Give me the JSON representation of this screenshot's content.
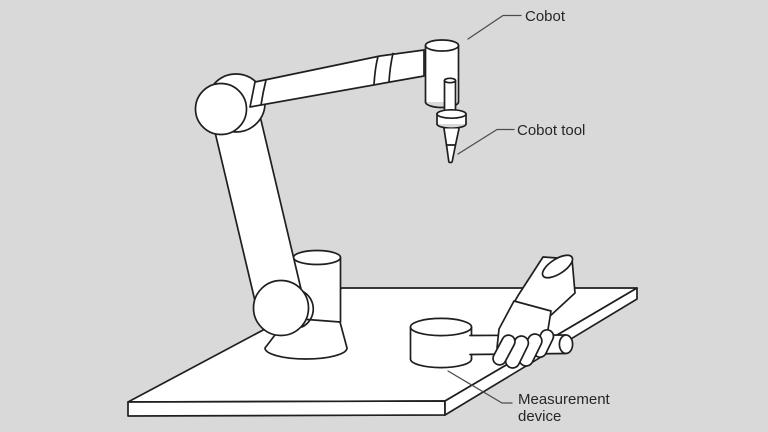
{
  "diagram": {
    "labels": {
      "cobot": "Cobot",
      "cobot_tool": "Cobot tool",
      "measurement_device_line1": "Measurement",
      "measurement_device_line2": "device"
    },
    "colors": {
      "background": "#d9d9d9",
      "outline": "#1f1f1f",
      "shape_fill": "#ffffff",
      "leader_line": "#4d4d4d",
      "label_text": "#262626"
    }
  }
}
